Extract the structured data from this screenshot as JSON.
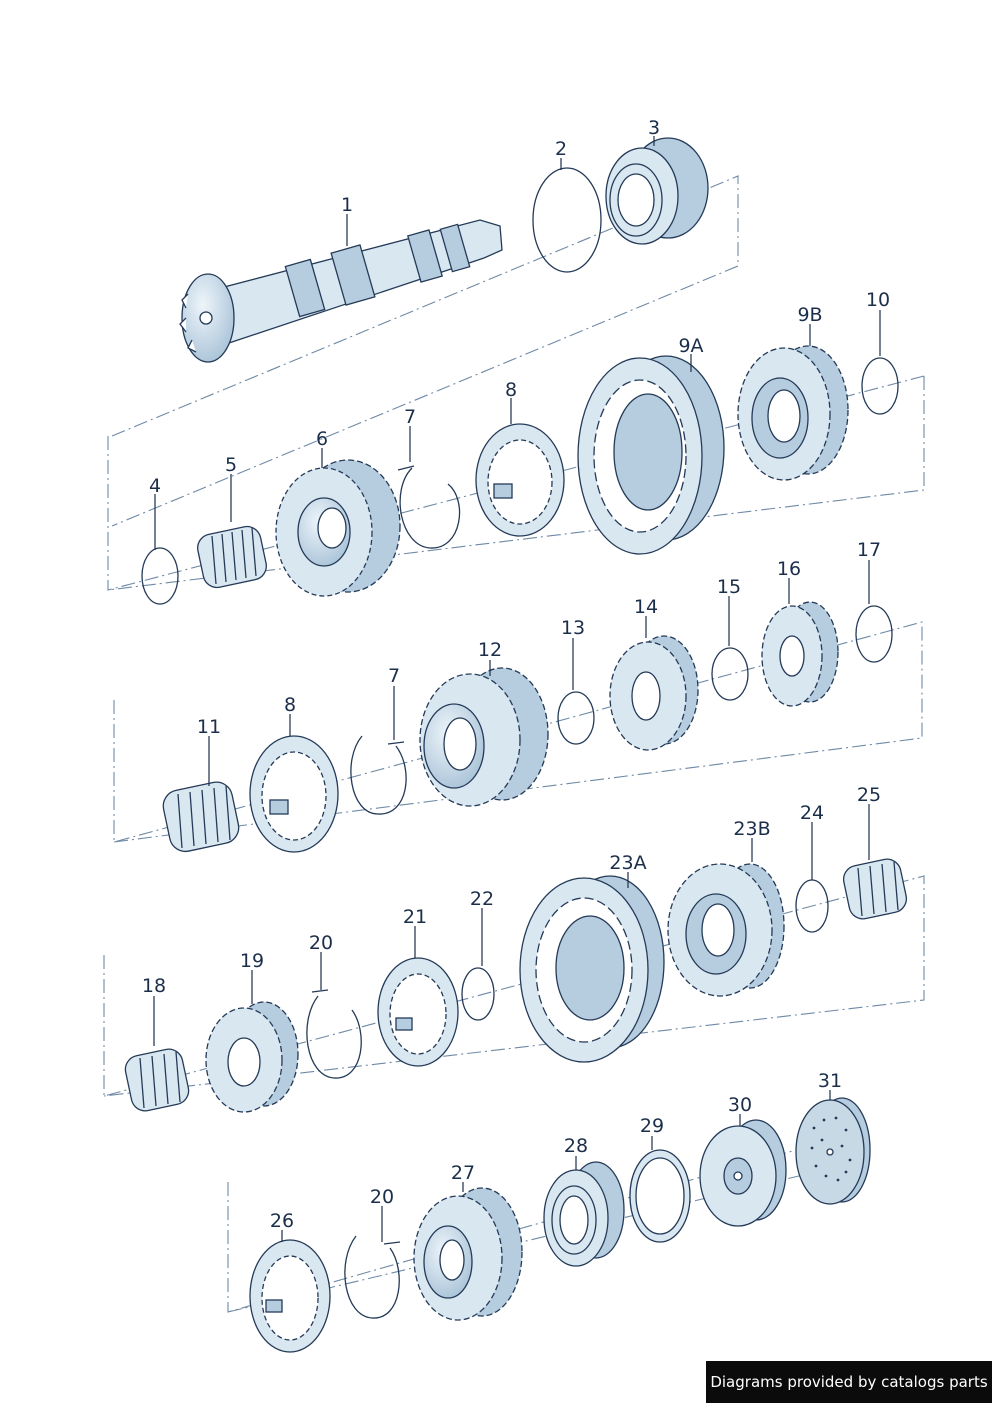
{
  "diagram": {
    "callouts": [
      "1",
      "2",
      "3",
      "4",
      "5",
      "6",
      "7",
      "8",
      "9A",
      "9B",
      "10",
      "11",
      "7",
      "8",
      "12",
      "13",
      "14",
      "15",
      "16",
      "17",
      "18",
      "19",
      "20",
      "21",
      "22",
      "23A",
      "23B",
      "24",
      "25",
      "26",
      "20",
      "27",
      "28",
      "29",
      "30",
      "31"
    ],
    "credit": "Diagrams provided by catalogs parts"
  },
  "colors": {
    "line": "#1c2f4a",
    "metal": "#d9e7f1",
    "shade": "#b6cde0",
    "axis": "#6f8aa6",
    "credit_bg": "#0b0b0b"
  }
}
